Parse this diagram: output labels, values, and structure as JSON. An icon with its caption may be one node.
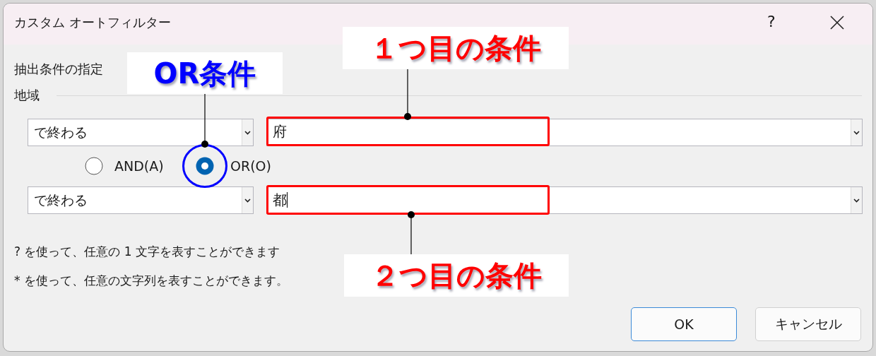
{
  "diagram": {
    "nodes": [
      {
        "text": [
          "OR条件"
        ]
      },
      {
        "text": [
          "１つ目の条件"
        ]
      },
      {
        "text": [
          "２つ目の条件"
        ]
      },
      {
        "text": [],
        "shape": "circle"
      },
      {
        "text": [
          "府"
        ]
      },
      {
        "text": [
          "都"
        ]
      }
    ],
    "edges": [
      {
        "from": 0,
        "to": 3,
        "arrow": "other"
      },
      {
        "from": 1,
        "to": 4,
        "arrow": "other"
      },
      {
        "from": 2,
        "to": 5,
        "arrow": "other"
      }
    ],
    "labels": [
      "カスタム オートフィルター",
      "?",
      "抽出条件の指定",
      "地域",
      "で終わる",
      "AND(A)",
      "OR(O)",
      "で終わる",
      "? を使って、任意の 1 文字を表すことができます",
      "* を使って、任意の文字列を表すことができます。",
      "OK",
      "キャンセル"
    ]
  }
}
